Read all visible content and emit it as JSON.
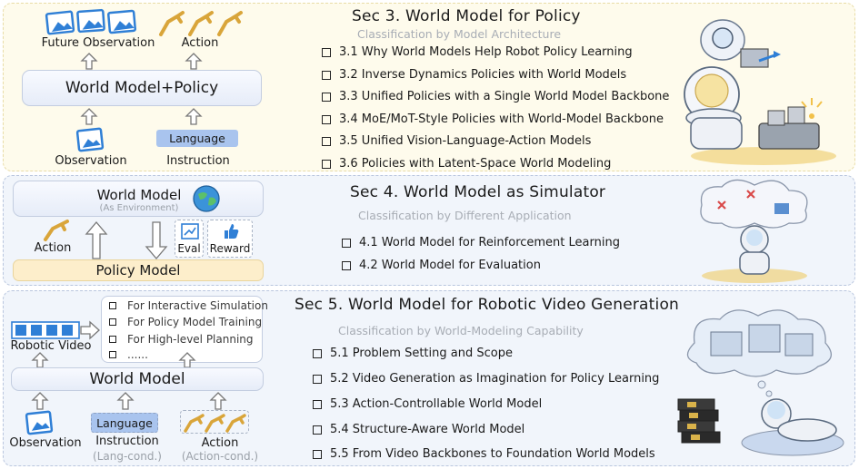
{
  "sec3": {
    "title": "Sec 3. World Model for Policy",
    "subtitle": "Classification by Model Architecture",
    "items": [
      "3.1 Why World Models Help Robot Policy Learning",
      "3.2 Inverse Dynamics Policies with World Models",
      "3.3 Unified Policies with a Single World Model Backbone",
      "3.4 MoE/MoT-Style Policies with World-Model Backbone",
      "3.5 Unified Vision-Language-Action Models",
      "3.6 Policies with Latent-Space World Modeling"
    ],
    "diagram": {
      "future_observation": "Future Observation",
      "action": "Action",
      "model": "World Model+Policy",
      "observation": "Observation",
      "language": "Language",
      "instruction": "Instruction"
    }
  },
  "sec4": {
    "title": "Sec 4. World Model as Simulator",
    "subtitle": "Classification by Different Application",
    "items": [
      "4.1 World Model for Reinforcement Learning",
      "4.2 World Model for Evaluation"
    ],
    "diagram": {
      "world_model": "World Model",
      "as_environment": "(As Environment)",
      "action": "Action",
      "eval": "Eval",
      "reward": "Reward",
      "policy_model": "Policy Model"
    }
  },
  "sec5": {
    "title": "Sec 5. World Model for Robotic Video Generation",
    "subtitle": "Classification by World-Modeling Capability",
    "items": [
      "5.1 Problem Setting and Scope",
      "5.2 Video Generation as Imagination for Policy Learning",
      "5.3 Action-Controllable World Model",
      "5.4 Structure-Aware World Model",
      "5.5 From Video Backbones to Foundation World Models"
    ],
    "diagram": {
      "robotic_video": "Robotic Video",
      "applications": [
        "For Interactive Simulation",
        "For Policy Model Training",
        "For High-level Planning",
        "......"
      ],
      "world_model": "World Model",
      "observation": "Observation",
      "language": "Language",
      "instruction": "Instruction",
      "lang_cond": "(Lang-cond.)",
      "action": "Action",
      "action_cond": "(Action-cond.)"
    }
  },
  "colors": {
    "sec3_bg": "#fefbec",
    "sec_bg": "#f1f5fb",
    "language_box": "#a9c4ee",
    "policy_box": "#fdeecb",
    "icon_blue": "#2f7fd6",
    "icon_gold": "#d9a53a"
  }
}
